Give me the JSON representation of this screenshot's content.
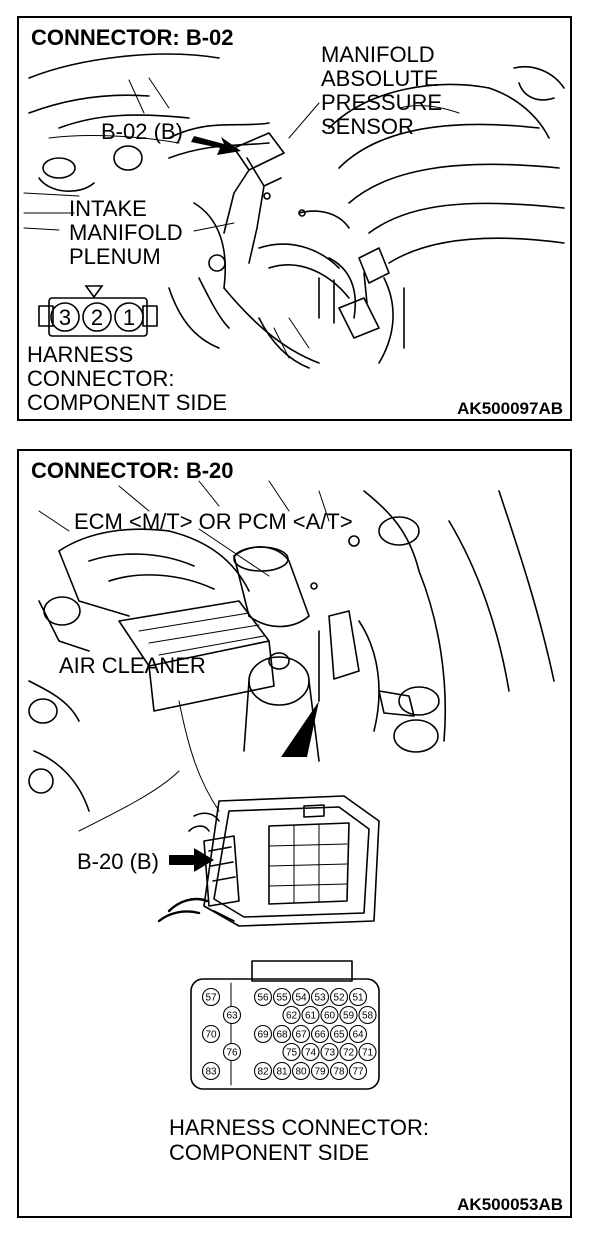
{
  "top_panel": {
    "title": "CONNECTOR: B-02",
    "sensor_label": [
      "MANIFOLD",
      "ABSOLUTE",
      "PRESSURE",
      "SENSOR"
    ],
    "connector_callout": "B-02 (B)",
    "plenum_label": [
      "INTAKE",
      "MANIFOLD",
      "PLENUM"
    ],
    "pins": [
      "3",
      "2",
      "1"
    ],
    "harness_label": [
      "HARNESS",
      "CONNECTOR:",
      "COMPONENT SIDE"
    ],
    "figure_code": "AK500097AB"
  },
  "bottom_panel": {
    "title": "CONNECTOR: B-20",
    "ecm_label": "ECM <M/T> OR PCM <A/T>",
    "air_cleaner_label": "AIR CLEANER",
    "connector_callout": "B-20 (B)",
    "pins": {
      "row1": [
        "56",
        "55",
        "54",
        "53",
        "52",
        "51"
      ],
      "row2": [
        "62",
        "61",
        "60",
        "59",
        "58"
      ],
      "row3": [
        "69",
        "68",
        "67",
        "66",
        "65",
        "64"
      ],
      "row4": [
        "75",
        "74",
        "73",
        "72",
        "71"
      ],
      "row5": [
        "82",
        "81",
        "80",
        "79",
        "78",
        "77"
      ],
      "side": [
        "57",
        "63",
        "70",
        "76",
        "83"
      ]
    },
    "harness_label": [
      "HARNESS CONNECTOR:",
      "COMPONENT SIDE"
    ],
    "figure_code": "AK500053AB"
  }
}
